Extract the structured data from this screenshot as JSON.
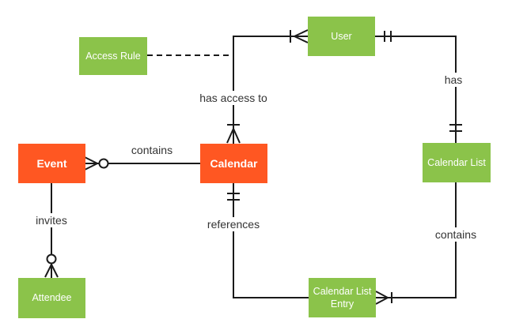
{
  "colors": {
    "background": "#ffffff",
    "orange": "#FF5722",
    "green": "#8BC34A",
    "line": "#1a1a1a",
    "box_text": "#ffffff",
    "label_text": "#333333"
  },
  "entities": [
    {
      "id": "access-rule",
      "label": "Access Rule",
      "variant": "green"
    },
    {
      "id": "user",
      "label": "User",
      "variant": "green"
    },
    {
      "id": "event",
      "label": "Event",
      "variant": "orange"
    },
    {
      "id": "calendar",
      "label": "Calendar",
      "variant": "orange"
    },
    {
      "id": "calendar-list",
      "label": "Calendar List",
      "variant": "green"
    },
    {
      "id": "attendee",
      "label": "Attendee",
      "variant": "green"
    },
    {
      "id": "calendar-list-entry",
      "label": "Calendar List Entry",
      "variant": "green"
    }
  ],
  "relationships": [
    {
      "label": "has access to",
      "from": "calendar",
      "to": "user",
      "from_cardinality": "one-or-many",
      "to_cardinality": "one-or-many",
      "style": "solid"
    },
    {
      "label": "contains",
      "from": "event",
      "to": "calendar",
      "from_cardinality": "zero-or-many",
      "to_cardinality": "none",
      "style": "solid"
    },
    {
      "label": "invites",
      "from": "event",
      "to": "attendee",
      "from_cardinality": "none",
      "to_cardinality": "zero-or-many",
      "style": "solid"
    },
    {
      "label": "has",
      "from": "user",
      "to": "calendar-list",
      "from_cardinality": "one-and-only-one",
      "to_cardinality": "one-and-only-one",
      "style": "solid"
    },
    {
      "label": "references",
      "from": "calendar",
      "to": "calendar-list-entry",
      "from_cardinality": "one-and-only-one",
      "to_cardinality": "none",
      "style": "solid"
    },
    {
      "label": "contains",
      "from": "calendar-list",
      "to": "calendar-list-entry",
      "from_cardinality": "none",
      "to_cardinality": "one-or-many",
      "style": "solid"
    },
    {
      "label": "",
      "from": "access-rule",
      "to": "has-access-to-connector",
      "from_cardinality": "none",
      "to_cardinality": "none",
      "style": "dashed"
    }
  ]
}
